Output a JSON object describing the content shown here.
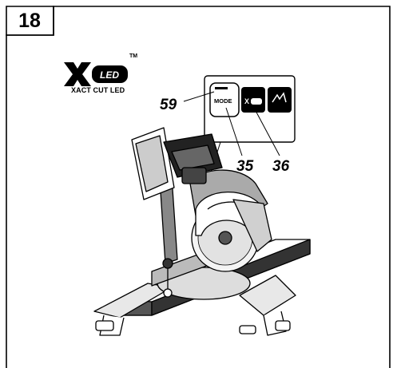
{
  "figure": {
    "step_number": "18",
    "logo": {
      "mark": "X LED",
      "trademark": "TM",
      "caption": "XACT CUT LED"
    },
    "callouts": [
      {
        "number": "59"
      },
      {
        "number": "35"
      },
      {
        "number": "36"
      }
    ],
    "inset_panel": {
      "mode_button_label": "MODE",
      "xled_button_icon": "x-led-icon",
      "brand_icon": "brand-logo-icon"
    },
    "illustration": "miter-saw-icon"
  }
}
